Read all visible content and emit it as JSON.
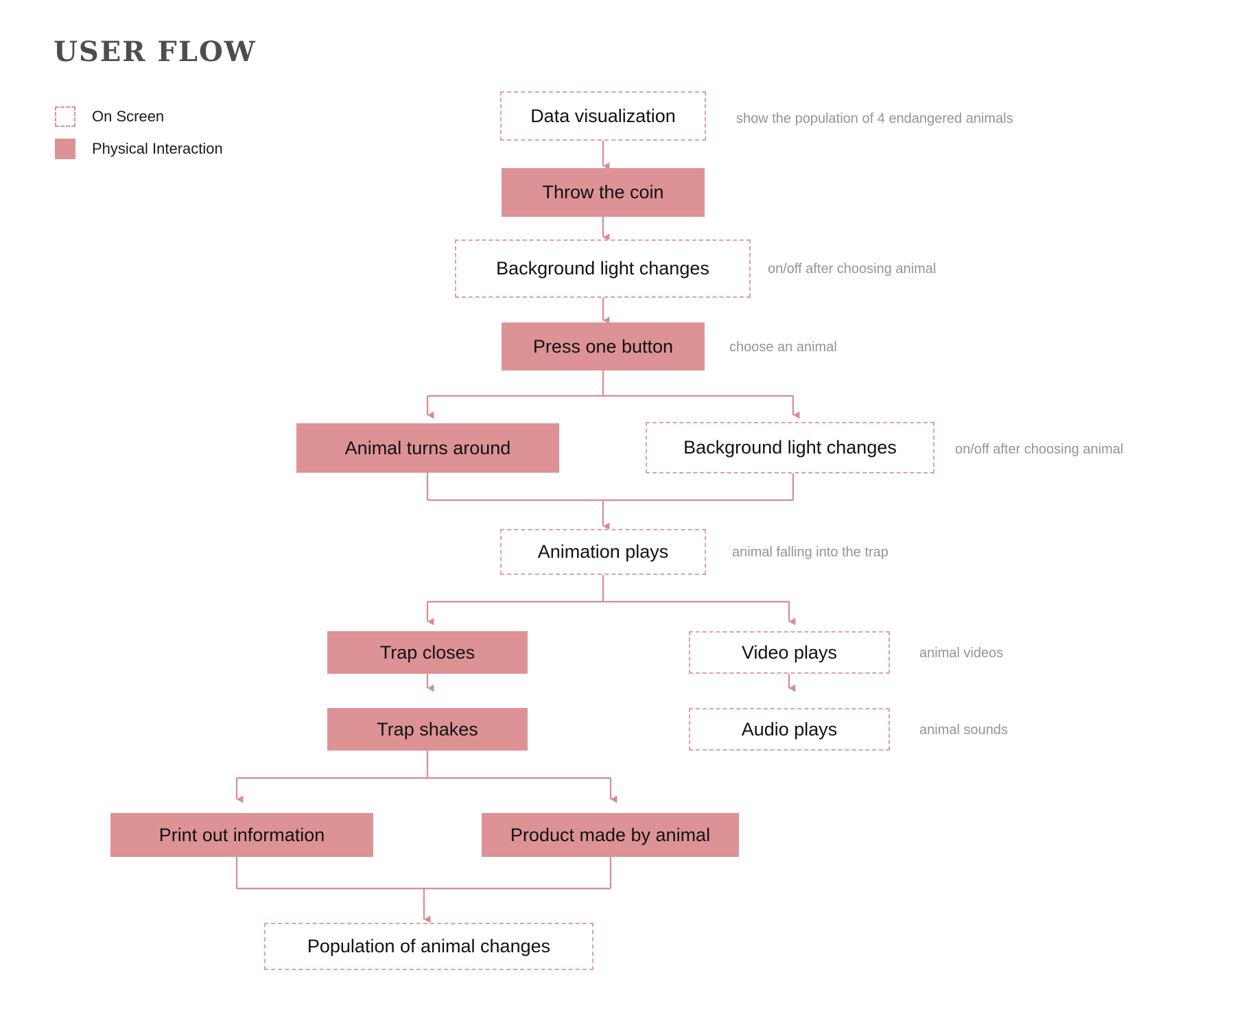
{
  "title": "USER FLOW",
  "legend": {
    "on_screen": {
      "label": "On Screen",
      "style": "dashed",
      "color": "#dd9295"
    },
    "physical": {
      "label": "Physical Interaction",
      "style": "solid",
      "color": "#dd9295"
    }
  },
  "colors": {
    "accent": "#dd9295",
    "connector": "#d98b8e",
    "dash_border": "#dfa0a3",
    "title_text": "#4d4d4d",
    "node_text": "#111111",
    "annotation_text": "#949494",
    "background": "#ffffff"
  },
  "nodes": [
    {
      "id": "data-visualization",
      "label": "Data visualization",
      "type": "screen"
    },
    {
      "id": "throw-the-coin",
      "label": "Throw the coin",
      "type": "physical"
    },
    {
      "id": "background-light-changes-1",
      "label": "Background light changes",
      "type": "screen"
    },
    {
      "id": "press-one-button",
      "label": "Press one button",
      "type": "physical"
    },
    {
      "id": "animal-turns-around",
      "label": "Animal turns around",
      "type": "physical"
    },
    {
      "id": "background-light-changes-2",
      "label": "Background light changes",
      "type": "screen"
    },
    {
      "id": "animation-plays",
      "label": "Animation plays",
      "type": "screen"
    },
    {
      "id": "trap-closes",
      "label": "Trap closes",
      "type": "physical"
    },
    {
      "id": "video-plays",
      "label": "Video plays",
      "type": "screen"
    },
    {
      "id": "trap-shakes",
      "label": "Trap shakes",
      "type": "physical"
    },
    {
      "id": "audio-plays",
      "label": "Audio plays",
      "type": "screen"
    },
    {
      "id": "print-out-information",
      "label": "Print out information",
      "type": "physical"
    },
    {
      "id": "product-made-by-animal",
      "label": "Product made by animal",
      "type": "physical"
    },
    {
      "id": "population-of-animal-changes",
      "label": "Population of animal changes",
      "type": "screen"
    }
  ],
  "annotations": [
    {
      "id": "annot-data-visualization",
      "text": "show the population of 4 endangered animals"
    },
    {
      "id": "annot-background-light-changes-1",
      "text": "on/off after choosing animal"
    },
    {
      "id": "annot-press-one-button",
      "text": "choose an animal"
    },
    {
      "id": "annot-background-light-changes-2",
      "text": "on/off after choosing animal"
    },
    {
      "id": "annot-animation-plays",
      "text": "animal falling into the trap"
    },
    {
      "id": "annot-video-plays",
      "text": "animal videos"
    },
    {
      "id": "annot-audio-plays",
      "text": "animal sounds"
    }
  ],
  "flow_edges": [
    {
      "from": "data-visualization",
      "to": "throw-the-coin"
    },
    {
      "from": "throw-the-coin",
      "to": "background-light-changes-1"
    },
    {
      "from": "background-light-changes-1",
      "to": "press-one-button"
    },
    {
      "from": "press-one-button",
      "to": "animal-turns-around"
    },
    {
      "from": "press-one-button",
      "to": "background-light-changes-2"
    },
    {
      "from": "animal-turns-around",
      "to": "animation-plays"
    },
    {
      "from": "background-light-changes-2",
      "to": "animation-plays"
    },
    {
      "from": "animation-plays",
      "to": "trap-closes"
    },
    {
      "from": "animation-plays",
      "to": "video-plays"
    },
    {
      "from": "trap-closes",
      "to": "trap-shakes"
    },
    {
      "from": "video-plays",
      "to": "audio-plays"
    },
    {
      "from": "trap-shakes",
      "to": "print-out-information"
    },
    {
      "from": "trap-shakes",
      "to": "product-made-by-animal"
    },
    {
      "from": "print-out-information",
      "to": "population-of-animal-changes"
    },
    {
      "from": "product-made-by-animal",
      "to": "population-of-animal-changes"
    }
  ]
}
